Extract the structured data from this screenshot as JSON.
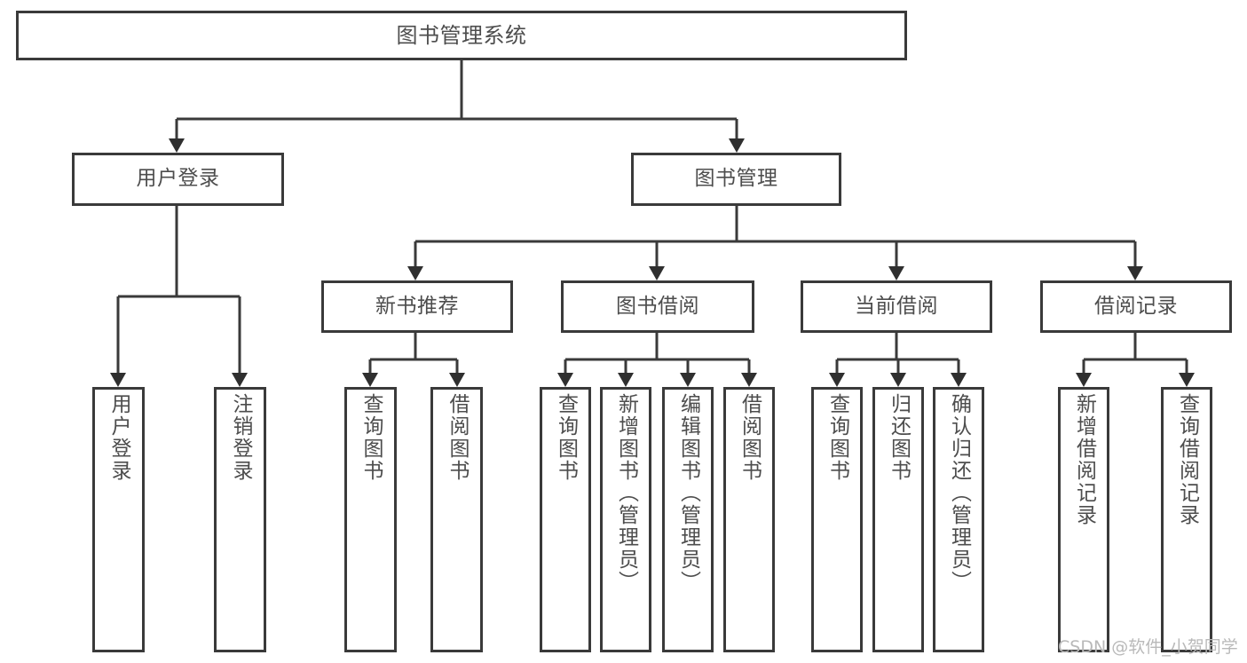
{
  "diagram": {
    "title": "图书管理系统",
    "type": "tree-hierarchy",
    "orientation": "top-down",
    "colors": {
      "box_border": "#3a3a3a",
      "box_fill": "#ffffff",
      "connector": "#3a3a3a",
      "text": "#4d4d4d",
      "watermark": "#b9b9b9",
      "background": "#ffffff"
    }
  },
  "nodes": {
    "root": {
      "label": "图书管理系统"
    },
    "level2": [
      {
        "label": "用户登录"
      },
      {
        "label": "图书管理"
      }
    ],
    "level3": [
      {
        "label": "新书推荐"
      },
      {
        "label": "图书借阅"
      },
      {
        "label": "当前借阅"
      },
      {
        "label": "借阅记录"
      }
    ],
    "leaves": {
      "user_login": [
        {
          "label": "用户登录"
        },
        {
          "label": "注销登录"
        }
      ],
      "new_book_recommend": [
        {
          "label": "查询图书"
        },
        {
          "label": "借阅图书"
        }
      ],
      "book_borrow": [
        {
          "label": "查询图书"
        },
        {
          "label": "新增图书（管理员）"
        },
        {
          "label": "编辑图书（管理员）"
        },
        {
          "label": "借阅图书"
        }
      ],
      "current_borrow": [
        {
          "label": "查询图书"
        },
        {
          "label": "归还图书"
        },
        {
          "label": "确认归还（管理员）"
        }
      ],
      "borrow_records": [
        {
          "label": "新增借阅记录"
        },
        {
          "label": "查询借阅记录"
        }
      ]
    }
  },
  "watermark": {
    "text": "CSDN @软件_小贺同学"
  }
}
